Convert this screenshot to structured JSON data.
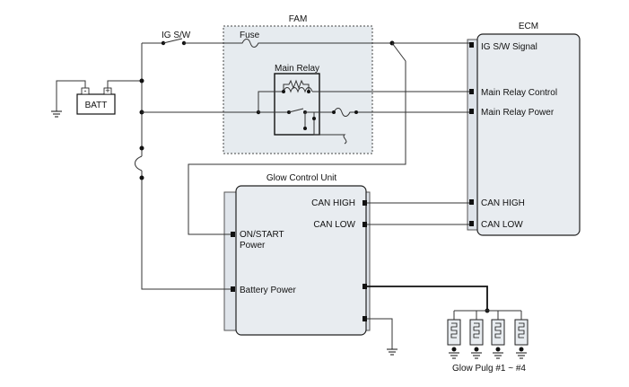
{
  "labels": {
    "ig_sw": "IG S/W",
    "fam": "FAM",
    "fuse": "Fuse",
    "main_relay": "Main Relay",
    "batt": "BATT",
    "ecm": "ECM",
    "ecm_ig_sw_signal": "IG S/W Signal",
    "ecm_main_relay_control": "Main Relay Control",
    "ecm_main_relay_power": "Main Relay Power",
    "ecm_can_high": "CAN HIGH",
    "ecm_can_low": "CAN LOW",
    "gcu": "Glow Control Unit",
    "gcu_can_high": "CAN HIGH",
    "gcu_can_low": "CAN LOW",
    "gcu_on_start_1": "ON/START",
    "gcu_on_start_2": "Power",
    "gcu_battery_power": "Battery Power",
    "glow_plugs": "Glow Pulg #1 ~ #4",
    "batt_minus": "-",
    "batt_plus": "+"
  }
}
